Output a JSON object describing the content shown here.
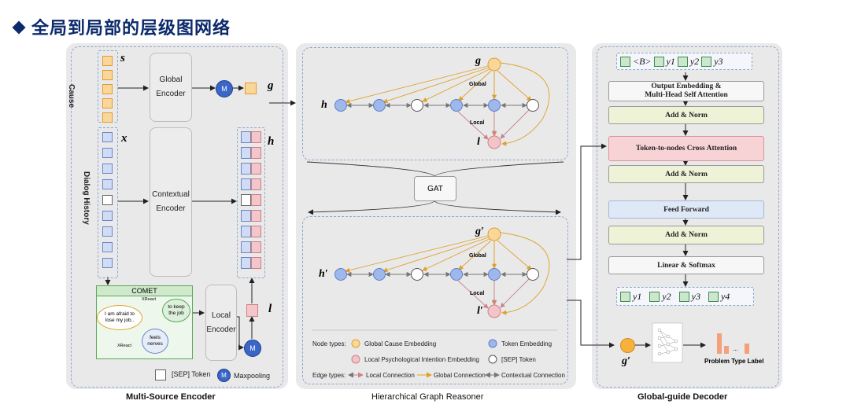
{
  "page_title": "全局到局部的层级图网络",
  "encoder": {
    "caption": "Multi-Source Encoder",
    "cause_label": "Cause",
    "history_label": "Dialog History",
    "s_label": "s",
    "x_label": "x",
    "g_label": "g",
    "h_label": "h",
    "l_label": "l",
    "global_encoder": "Global\nEncoder",
    "contextual_encoder": "Contextual\nEncoder",
    "local_encoder": "Local\nEncoder",
    "maxpool_symbol": "M",
    "comet": {
      "title": "COMET",
      "node1": "I am afraid to lose my job..",
      "node2": "to keep the job",
      "node3": "feels nerves",
      "rel1": "XReact",
      "rel2": "XReact"
    },
    "legend_sep": "[SEP] Token",
    "legend_max": "Maxpooling"
  },
  "reasoner": {
    "caption": "Hierarchical Graph Reasoner",
    "gat": "GAT",
    "top": {
      "g": "g",
      "h": "h",
      "l": "l",
      "global": "Global",
      "local": "Local"
    },
    "bottom": {
      "g": "g′",
      "h": "h′",
      "l": "l′",
      "global": "Global",
      "local": "Local"
    },
    "legend": {
      "node_types": "Node types:",
      "edge_types": "Edge types:",
      "global_cause": "Global Cause Embedding",
      "token": "Token Embedding",
      "local_psych": "Local Psychological Intention Embedding",
      "sep": "[SEP] Token",
      "local_conn": "Local Connection",
      "global_conn": "Global Connection",
      "context_conn": "Contextual Connection"
    }
  },
  "decoder": {
    "caption": "Global-guide Decoder",
    "input_tokens": [
      "<B>",
      "y1",
      "y2",
      "y3"
    ],
    "output_tokens": [
      "y1",
      "y2",
      "y3",
      "y4"
    ],
    "layers": [
      "Output Embedding &\nMulti-Head Self Attention",
      "Add & Norm",
      "Token-to-nodes Cross Attention",
      "Add & Norm",
      "Feed Forward",
      "Add & Norm",
      "Linear & Softmax"
    ],
    "g_prime": "g′",
    "classifier_ellipsis": "...",
    "problem_type": "Problem Type Label"
  },
  "colors": {
    "title": "#0b2a6b",
    "orange": "#f5a623",
    "blue": "#8fb0ea",
    "pink": "#f2b8be",
    "green": "#cde7cf",
    "cross_attention": "#f8d3d5",
    "add_norm": "#eef2d6",
    "feed_forward": "#dfe8f6"
  }
}
